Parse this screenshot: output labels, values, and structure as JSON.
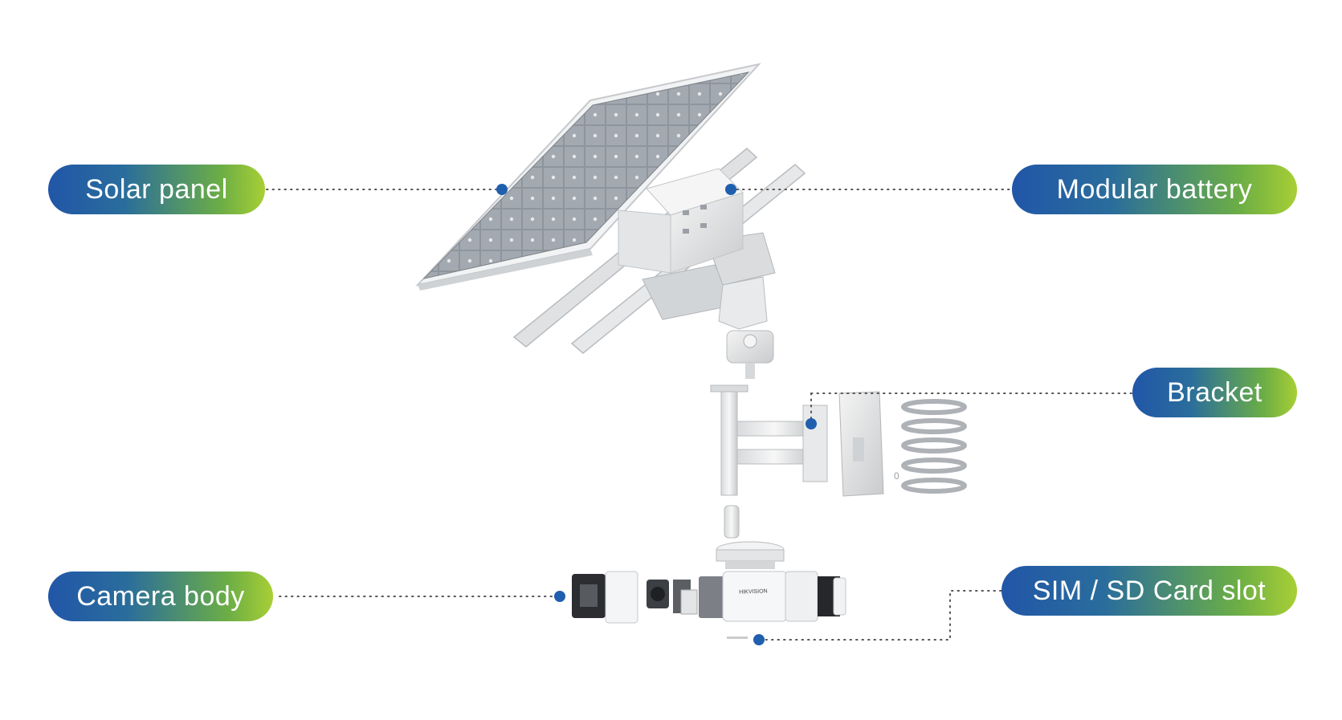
{
  "labels": {
    "solar_panel": "Solar panel",
    "modular_battery": "Modular battery",
    "bracket": "Bracket",
    "camera_body": "Camera body",
    "sim_sd_slot": "SIM / SD Card slot"
  },
  "camera_brand": "HIKVISION",
  "colors": {
    "pill_gradient_start": "#2156a8",
    "pill_gradient_end": "#a8cf35",
    "dot": "#1f5fae",
    "leader_line": "#555555"
  }
}
